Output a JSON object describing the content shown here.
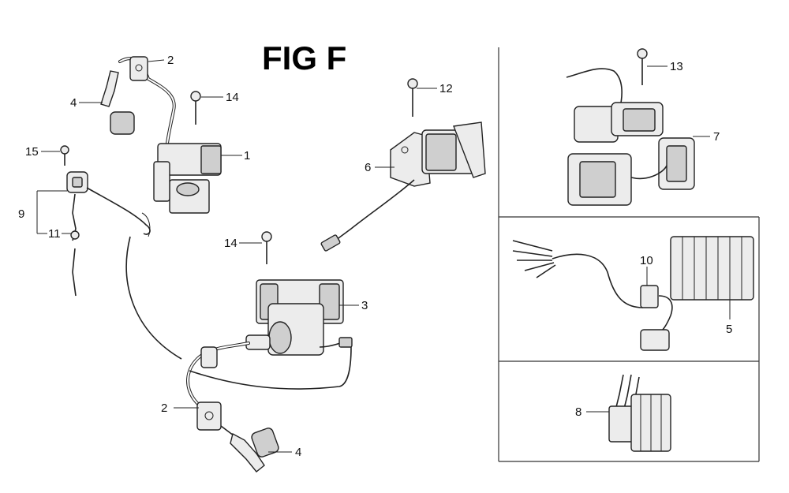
{
  "figure": {
    "title": "FIG F"
  },
  "callouts": {
    "c1": "1",
    "c2_top": "2",
    "c2_bottom": "2",
    "c3": "3",
    "c4_top": "4",
    "c4_bottom": "4",
    "c5": "5",
    "c6": "6",
    "c7": "7",
    "c8": "8",
    "c9": "9",
    "c10": "10",
    "c11": "11",
    "c12": "12",
    "c13": "13",
    "c14_top": "14",
    "c14_mid": "14",
    "c15": "15"
  }
}
